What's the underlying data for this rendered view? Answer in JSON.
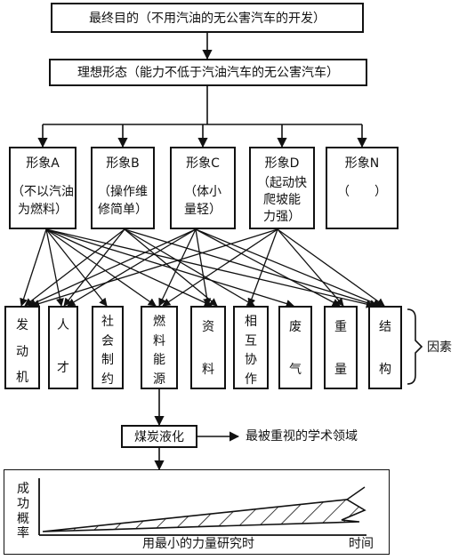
{
  "goal": "最终目的（不用汽油的无公害汽车的开发）",
  "ideal": "理想形态（能力不低于汽油汽车的无公害汽车）",
  "forms": [
    {
      "title": "形象A",
      "desc": [
        "（不以汽油",
        "为燃料）"
      ]
    },
    {
      "title": "形象B",
      "desc": [
        "（操作维",
        "修简单）"
      ]
    },
    {
      "title": "形象C",
      "desc": [
        "（体小",
        "量轻）"
      ]
    },
    {
      "title": "形象D",
      "desc": [
        "（起动快",
        "爬坡能",
        "力强）"
      ]
    },
    {
      "title": "形象N",
      "desc": [
        "（　　）"
      ]
    }
  ],
  "factors": [
    {
      "chars": [
        "发",
        "动",
        "机"
      ]
    },
    {
      "chars": [
        "人",
        "才"
      ]
    },
    {
      "chars": [
        "社",
        "会",
        "制",
        "约"
      ]
    },
    {
      "chars": [
        "燃",
        "料",
        "能",
        "源"
      ]
    },
    {
      "chars": [
        "资",
        "料"
      ]
    },
    {
      "chars": [
        "相",
        "互",
        "协",
        "作"
      ]
    },
    {
      "chars": [
        "废",
        "气"
      ]
    },
    {
      "chars": [
        "重",
        "量"
      ]
    },
    {
      "chars": [
        "结",
        "构"
      ]
    }
  ],
  "factors_label": "因素",
  "coal": "煤炭液化",
  "coal_note": "最被重视的学术领域",
  "graph": {
    "ylabel_chars": [
      "成",
      "功",
      "概",
      "率"
    ],
    "xlabel": "时间",
    "caption": "用最小的力量研究时"
  }
}
